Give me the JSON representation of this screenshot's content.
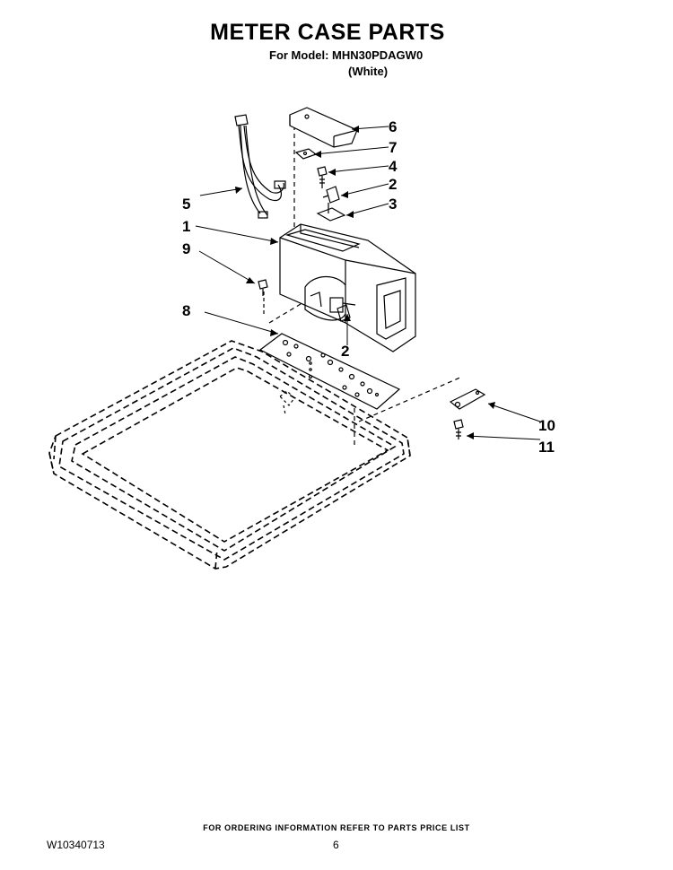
{
  "header": {
    "title": "METER CASE PARTS",
    "model_line": "For Model: MHN30PDAGW0",
    "color_line": "(White)"
  },
  "callouts": {
    "c6": "6",
    "c7": "7",
    "c4": "4",
    "c2a": "2",
    "c3": "3",
    "c5": "5",
    "c1": "1",
    "c9": "9",
    "c8": "8",
    "c2b": "2",
    "c10": "10",
    "c11": "11"
  },
  "footer": {
    "note": "FOR ORDERING INFORMATION REFER TO PARTS PRICE LIST",
    "doc_number": "W10340713",
    "page_number": "6"
  }
}
